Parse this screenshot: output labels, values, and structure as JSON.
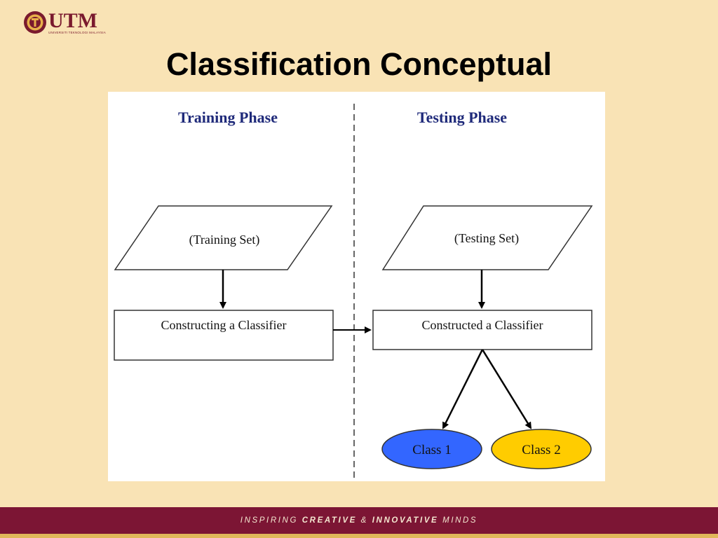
{
  "logo": {
    "text": "UTM",
    "subtext": "UNIVERSITI TEKNOLOGI MALAYSIA"
  },
  "title": "Classification Conceptual",
  "diagram": {
    "training_phase": "Training Phase",
    "testing_phase": "Testing Phase",
    "training_set": "(Training Set)",
    "testing_set": "(Testing Set)",
    "constructing": "Constructing a Classifier",
    "constructed": "Constructed a Classifier",
    "class1": "Class 1",
    "class2": "Class 2",
    "colors": {
      "heading": "#1F2A7A",
      "class1": "#3366FF",
      "class2": "#FFCC00"
    }
  },
  "footer": {
    "tag_1": "INSPIRING ",
    "tag_2": "CREATIVE",
    "tag_3": " & ",
    "tag_4": "INNOVATIVE",
    "tag_5": " MINDS"
  }
}
